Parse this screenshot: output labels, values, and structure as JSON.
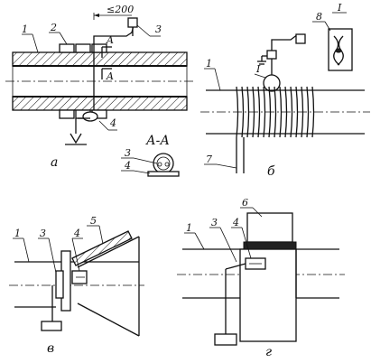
{
  "figure": {
    "panels": [
      {
        "id": "a",
        "caption": "а",
        "dimension": "≤200",
        "section_mark": "A",
        "section_title": "А-А",
        "labels": [
          "1",
          "2",
          "3",
          "4",
          "3",
          "4"
        ]
      },
      {
        "id": "b",
        "caption": "б",
        "detail_mark": "I",
        "detail_title": "I",
        "labels": [
          "1",
          "7",
          "8"
        ]
      },
      {
        "id": "v",
        "caption": "в",
        "labels": [
          "1",
          "3",
          "4",
          "5"
        ]
      },
      {
        "id": "g",
        "caption": "г",
        "labels": [
          "1",
          "3",
          "4",
          "6"
        ]
      }
    ]
  }
}
